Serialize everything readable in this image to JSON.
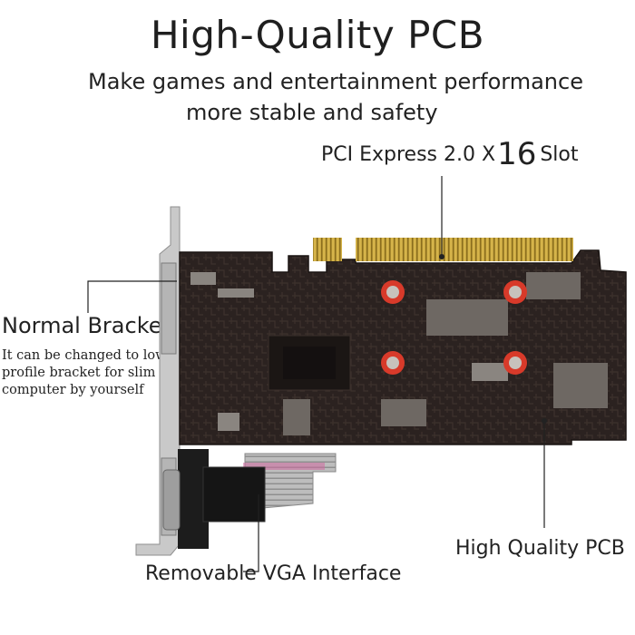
{
  "headline": "High-Quality PCB",
  "subtitle_line1": "Make games and entertainment performance",
  "subtitle_line2": "more stable and safety",
  "callouts": {
    "pcie_prefix": "PCI Express 2.0 X",
    "pcie_number": "16",
    "pcie_suffix": "Slot",
    "bracket_title": "Normal Bracket",
    "bracket_description": "It can be changed to low profile bracket for slim computer by yourself",
    "pcb": "High Quality PCB",
    "vga": "Removable VGA Interface"
  },
  "colors": {
    "pcb": "#2b2220",
    "gold_contacts": "#c8a43a",
    "screw_pads": "#d83a2a",
    "bracket": "#c9c9c9",
    "vga_connector": "#1c1c1c",
    "ribbon_cable": "#b5b5b5"
  }
}
